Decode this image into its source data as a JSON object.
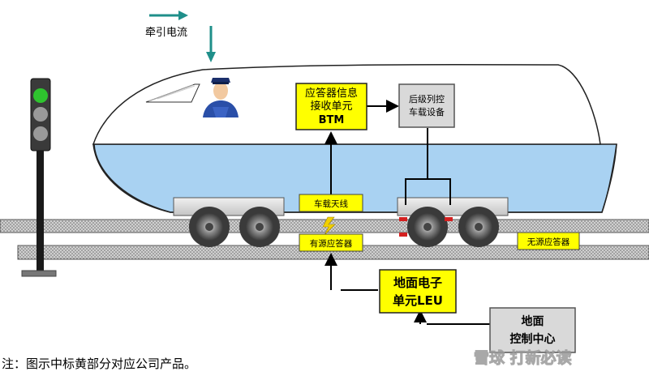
{
  "labels": {
    "traction_current": "牵引电流",
    "btm_line1": "应答器信息",
    "btm_line2": "接收单元",
    "btm_line3": "BTM",
    "atp_line1": "后级列控",
    "atp_line2": "车载设备",
    "antenna": "车载天线",
    "active_balise": "有源应答器",
    "passive_balise": "无源应答器",
    "leu_line1": "地面电子",
    "leu_line2": "单元LEU",
    "control_line1": "地面",
    "control_line2": "控制中心",
    "note": "注：图示中标黄部分对应公司产品。",
    "watermark": "雪球 打新必读"
  },
  "colors": {
    "highlight": "#ffff00",
    "train_body_upper": "#ffffff",
    "train_body_lower": "#a9d2f2",
    "rail_fill": "#c8c8c8",
    "arrow_teal": "#1f8f8a",
    "atp_box": "#d9d9d9",
    "signal_green": "#2ec42e"
  }
}
